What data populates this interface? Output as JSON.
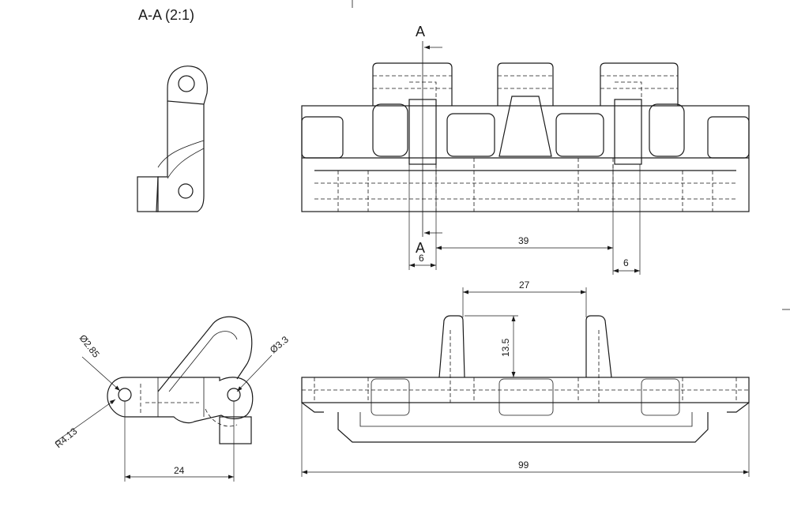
{
  "section_title": "A-A (2:1)",
  "section_marker_top": "A",
  "section_marker_bottom": "A",
  "dimensions": {
    "top_left_width": "6",
    "top_center_span": "39",
    "top_right_width": "6",
    "front_inner_span": "27",
    "front_height": "13.5",
    "front_overall_length": "99",
    "side_hole_left": "Ø2.85",
    "side_hole_right": "Ø3.3",
    "side_radius": "R4.13",
    "side_span": "24"
  }
}
